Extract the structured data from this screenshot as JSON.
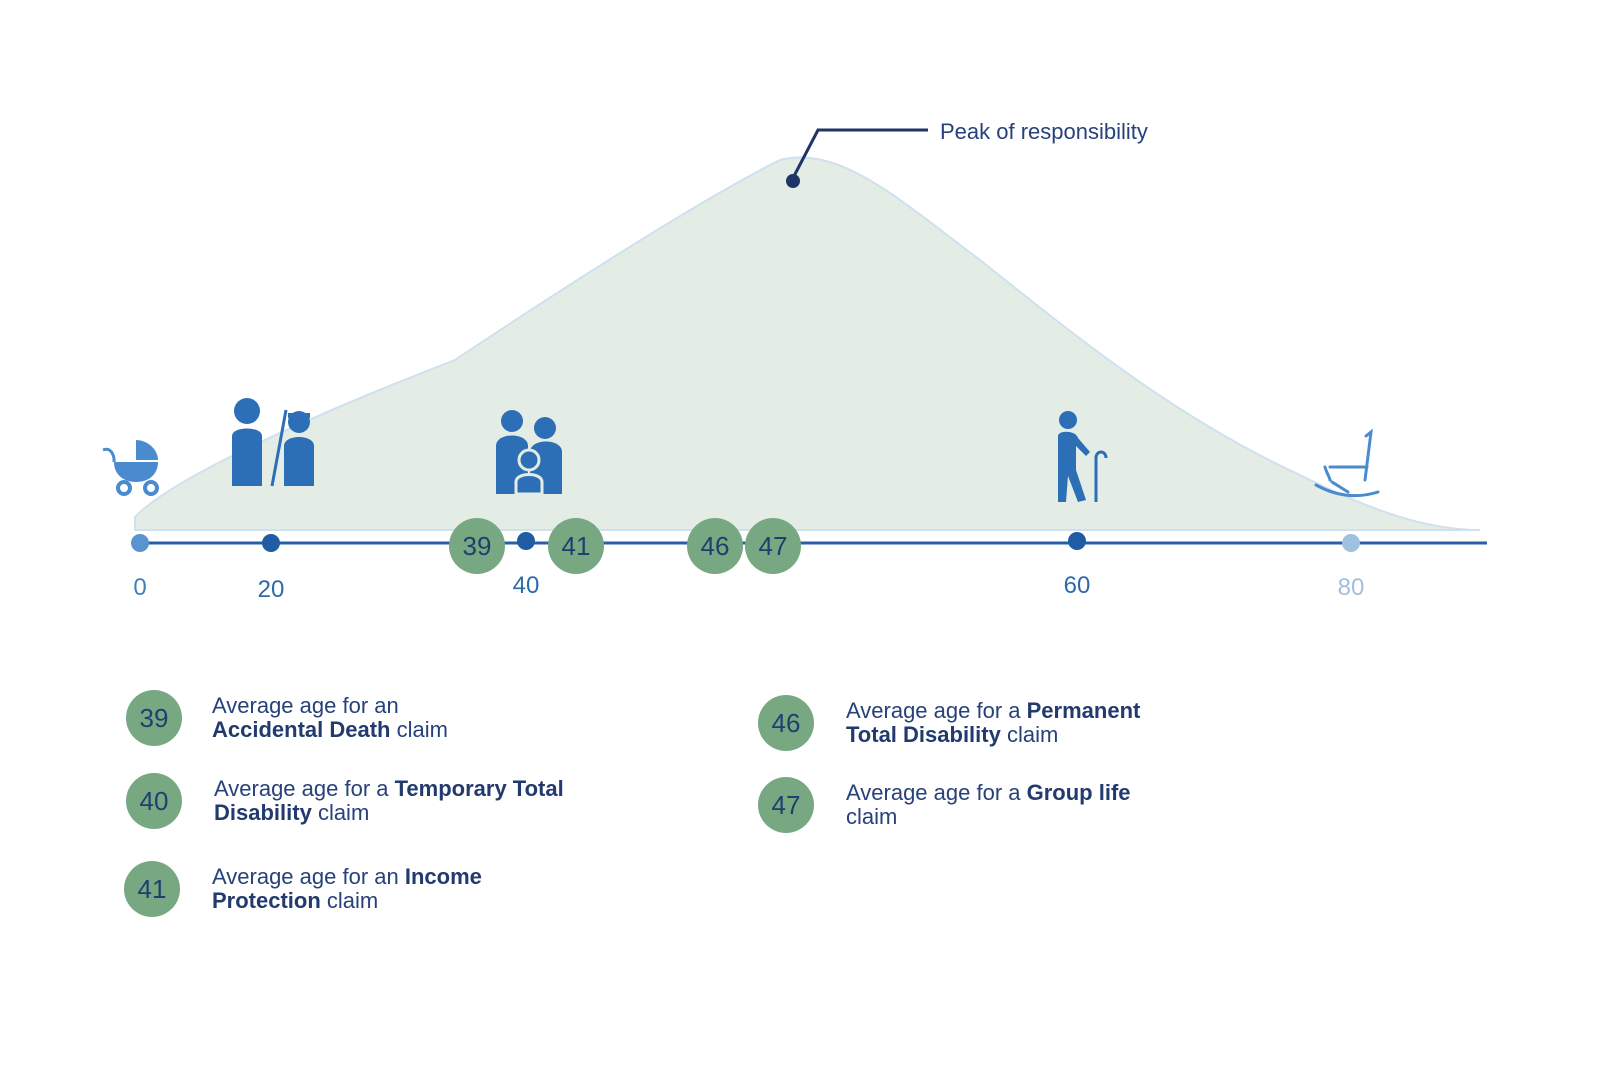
{
  "annotation": {
    "peak_label": "Peak of responsibility"
  },
  "timeline": {
    "ticks": [
      {
        "label": "0",
        "color": "#3f7fc0"
      },
      {
        "label": "20",
        "color": "#2d6aac"
      },
      {
        "label": "40",
        "color": "#2d6aac"
      },
      {
        "label": "60",
        "color": "#2d6aac"
      },
      {
        "label": "80",
        "color": "#9fc1de"
      }
    ],
    "markers": [
      "39",
      "41",
      "46",
      "47"
    ]
  },
  "icons": [
    "stroller-icon",
    "graduates-icon",
    "family-icon",
    "elderly-with-cane-icon",
    "rocking-chair-icon"
  ],
  "legend": [
    {
      "number": "39",
      "prefix": "Average age for an",
      "bold": "Accidental Death",
      "suffix": "claim"
    },
    {
      "number": "40",
      "prefix": "Average age for a",
      "bold": "Temporary Total Disability",
      "suffix": "claim"
    },
    {
      "number": "41",
      "prefix": "Average age for an",
      "bold": "Income Protection",
      "suffix": "claim"
    },
    {
      "number": "46",
      "prefix": "Average age for a",
      "bold": "Permanent Total Disability",
      "suffix": "claim"
    },
    {
      "number": "47",
      "prefix": "Average age for a",
      "bold": "Group life",
      "suffix": "claim"
    }
  ],
  "colors": {
    "curve_fill": "#e4ede5",
    "curve_stroke": "#cfe0ee",
    "axis": "#2760a8",
    "icon": "#2c6fb6",
    "badge": "#78a882",
    "badge_text": "#1f3f6e",
    "text": "#27417a"
  }
}
